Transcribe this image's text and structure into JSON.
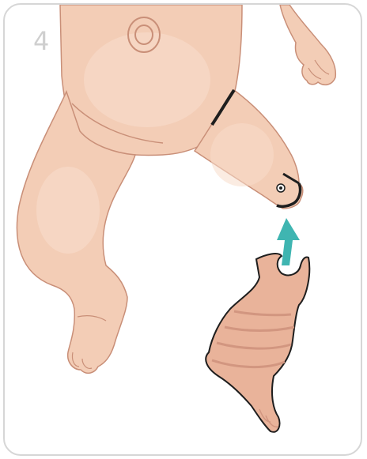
{
  "step": {
    "number": "4"
  },
  "colors": {
    "skin": "#f3cdb6",
    "skin_shade": "#e6b49d",
    "skin_line": "#c98f78",
    "foot_module": "#e9b39a",
    "foot_shade": "#d29680",
    "outline_dark": "#1e1e1e",
    "arrow": "#3fb5b1",
    "border": "#d6d6d6",
    "step_number": "#cfcfcf"
  },
  "icons": {
    "arrow": "teal-up-arrow",
    "connector": "lower-leg-connector"
  }
}
